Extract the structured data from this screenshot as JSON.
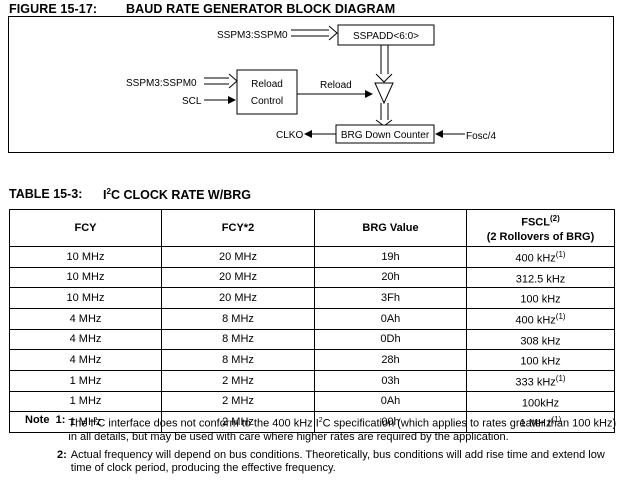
{
  "figure": {
    "number": "FIGURE 15-17:",
    "title": "BAUD RATE GENERATOR BLOCK DIAGRAM",
    "labels": {
      "sspm_top": "SSPM3:SSPM0",
      "sspadd": "SSPADD<6:0>",
      "sspm_left": "SSPM3:SSPM0",
      "scl": "SCL",
      "reload_box_1": "Reload",
      "reload_box_2": "Control",
      "reload_signal": "Reload",
      "clko": "CLKO",
      "brg_counter": "BRG Down Counter",
      "fosc": "Fosc/4"
    }
  },
  "table": {
    "number": "TABLE 15-3:",
    "title_pre": "I",
    "title_sup": "2",
    "title_post": "C CLOCK RATE W/BRG",
    "headers": {
      "fcy": "FCY",
      "fcy2": "FCY*2",
      "brg": "BRG Value",
      "fscl": "FSCL",
      "fscl_sup": "(2)",
      "fscl_sub": "(2 Rollovers of BRG)"
    },
    "rows": [
      {
        "fcy": "10 MHz",
        "fcy2": "20 MHz",
        "brg": "19h",
        "fscl": "400 kHz",
        "sup": "(1)"
      },
      {
        "fcy": "10 MHz",
        "fcy2": "20 MHz",
        "brg": "20h",
        "fscl": "312.5 kHz",
        "sup": ""
      },
      {
        "fcy": "10 MHz",
        "fcy2": "20 MHz",
        "brg": "3Fh",
        "fscl": "100 kHz",
        "sup": ""
      },
      {
        "fcy": "4 MHz",
        "fcy2": "8 MHz",
        "brg": "0Ah",
        "fscl": "400 kHz",
        "sup": "(1)"
      },
      {
        "fcy": "4 MHz",
        "fcy2": "8 MHz",
        "brg": "0Dh",
        "fscl": "308 kHz",
        "sup": ""
      },
      {
        "fcy": "4 MHz",
        "fcy2": "8 MHz",
        "brg": "28h",
        "fscl": "100 kHz",
        "sup": ""
      },
      {
        "fcy": "1 MHz",
        "fcy2": "2 MHz",
        "brg": "03h",
        "fscl": "333 kHz",
        "sup": "(1)"
      },
      {
        "fcy": "1 MHz",
        "fcy2": "2 MHz",
        "brg": "0Ah",
        "fscl": "100kHz",
        "sup": ""
      },
      {
        "fcy": "1 MHz",
        "fcy2": "2 MHz",
        "brg": "00h",
        "fscl": "1 MHz",
        "sup": "(1)"
      }
    ]
  },
  "notes": {
    "label": "Note",
    "n1_label": "1:",
    "n1_pre": "The I",
    "n1_sup_a": "2",
    "n1_mid": "C interface does not conform to the 400 kHz I",
    "n1_sup_b": "2",
    "n1_post": "C specification (which applies to rates greater than 100 kHz) in all details, but may be used with care where higher rates are required by the application.",
    "n2_label": "2:",
    "n2_text": "Actual frequency will depend on bus conditions. Theoretically, bus conditions will add rise time and extend low time of clock period, producing the effective frequency."
  }
}
